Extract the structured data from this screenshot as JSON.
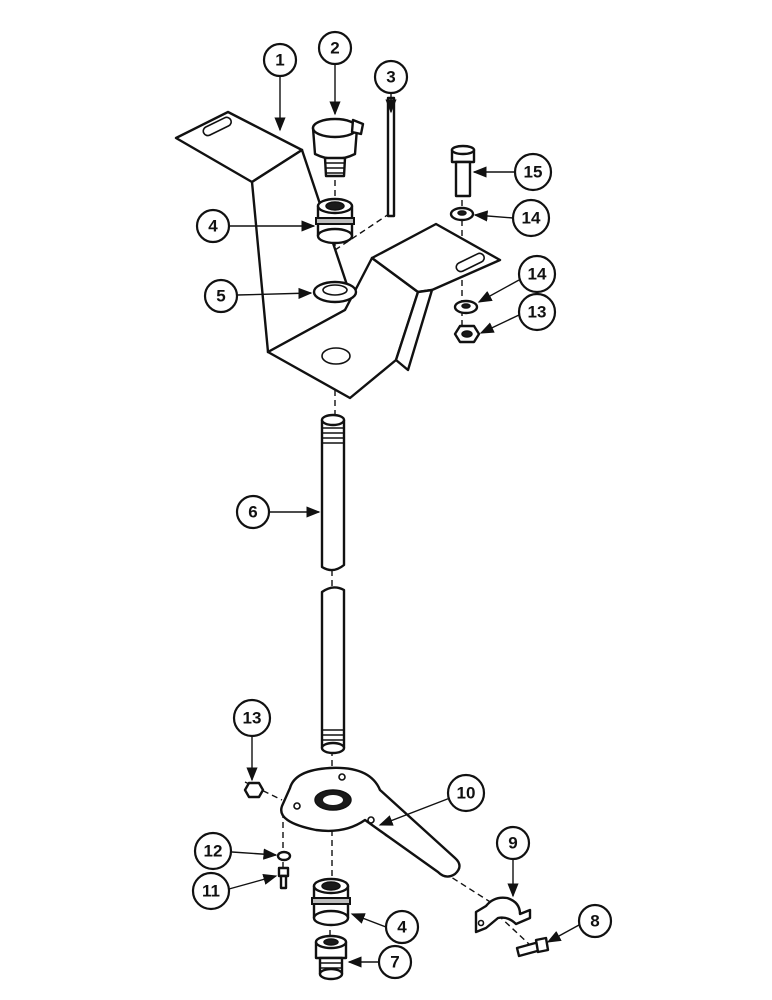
{
  "callouts": [
    {
      "id": "c1",
      "label": "1"
    },
    {
      "id": "c2",
      "label": "2"
    },
    {
      "id": "c3",
      "label": "3"
    },
    {
      "id": "c4a",
      "label": "4"
    },
    {
      "id": "c5",
      "label": "5"
    },
    {
      "id": "c6",
      "label": "6"
    },
    {
      "id": "c15",
      "label": "15"
    },
    {
      "id": "c14a",
      "label": "14"
    },
    {
      "id": "c14b",
      "label": "14"
    },
    {
      "id": "c13a",
      "label": "13"
    },
    {
      "id": "c13b",
      "label": "13"
    },
    {
      "id": "c10",
      "label": "10"
    },
    {
      "id": "c9",
      "label": "9"
    },
    {
      "id": "c12",
      "label": "12"
    },
    {
      "id": "c11",
      "label": "11"
    },
    {
      "id": "c4b",
      "label": "4"
    },
    {
      "id": "c7",
      "label": "7"
    },
    {
      "id": "c8",
      "label": "8"
    }
  ]
}
